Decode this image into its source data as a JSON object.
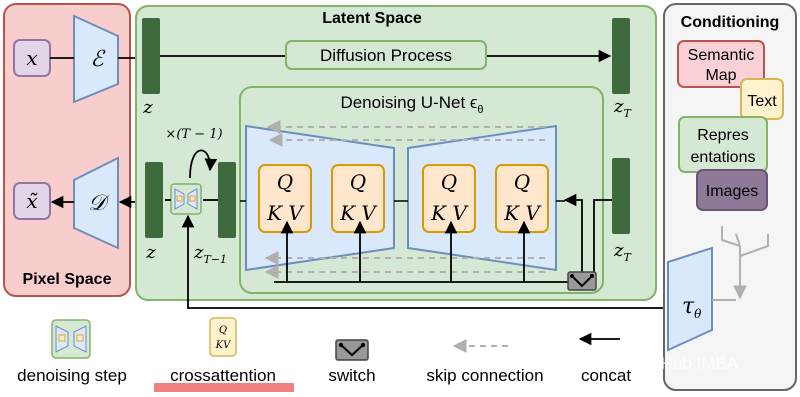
{
  "pixel_space": {
    "title": "Pixel Space",
    "input": "x",
    "output": "x̃",
    "encoder": "ℰ",
    "decoder": "𝒟"
  },
  "latent_space": {
    "title": "Latent Space",
    "z_top": "z",
    "z_bottom": "z",
    "zT_top": "z",
    "zT_bottom": "z",
    "zT_sub": "T",
    "zT1": "z",
    "zT1_sub": "T−1",
    "diffusion_process": "Diffusion Process",
    "loop_label": "×(T − 1)",
    "unet": {
      "title": "Denoising U-Net ϵ",
      "title_sub": "θ"
    }
  },
  "attention_blocks": [
    {
      "q": "Q",
      "kv": "K V"
    },
    {
      "q": "Q",
      "kv": "K V"
    },
    {
      "q": "Q",
      "kv": "K V"
    },
    {
      "q": "Q",
      "kv": "K V"
    }
  ],
  "conditioning": {
    "title": "Conditioning",
    "items": [
      {
        "label_lines": [
          "Semantic",
          "Map"
        ],
        "color": "#f9d0d5"
      },
      {
        "label_lines": [
          "Text"
        ],
        "color": "#fff2cc"
      },
      {
        "label_lines": [
          "Repres",
          "entations"
        ],
        "color": "#d5e8d4"
      },
      {
        "label_lines": [
          "Images"
        ],
        "color": "#e1d5e7"
      }
    ],
    "tau": "τ",
    "tau_sub": "θ"
  },
  "legend": [
    {
      "label": "denoising step"
    },
    {
      "label": "crossattention",
      "mini_q": "Q",
      "mini_kv": "KV"
    },
    {
      "label": "switch"
    },
    {
      "label": "skip connection"
    },
    {
      "label": "concat"
    }
  ],
  "watermark": "DeepHub IMBA",
  "colors": {
    "pixel_bg": "#f8cecc",
    "pixel_border": "#b85450",
    "latent_bg": "#d5e8d4",
    "latent_border": "#82b366",
    "dark_green": "#3d6b3d",
    "unet_blue": "#dae8fc",
    "unet_border": "#6c8ebf",
    "attn_bg": "#ffe6cc",
    "attn_border": "#d79b00",
    "cond_bg": "#f5f5f5",
    "cond_border": "#666666",
    "input_purple": "#e1d5e7",
    "input_purple_border": "#9673a6",
    "highlight": "#f08080"
  }
}
